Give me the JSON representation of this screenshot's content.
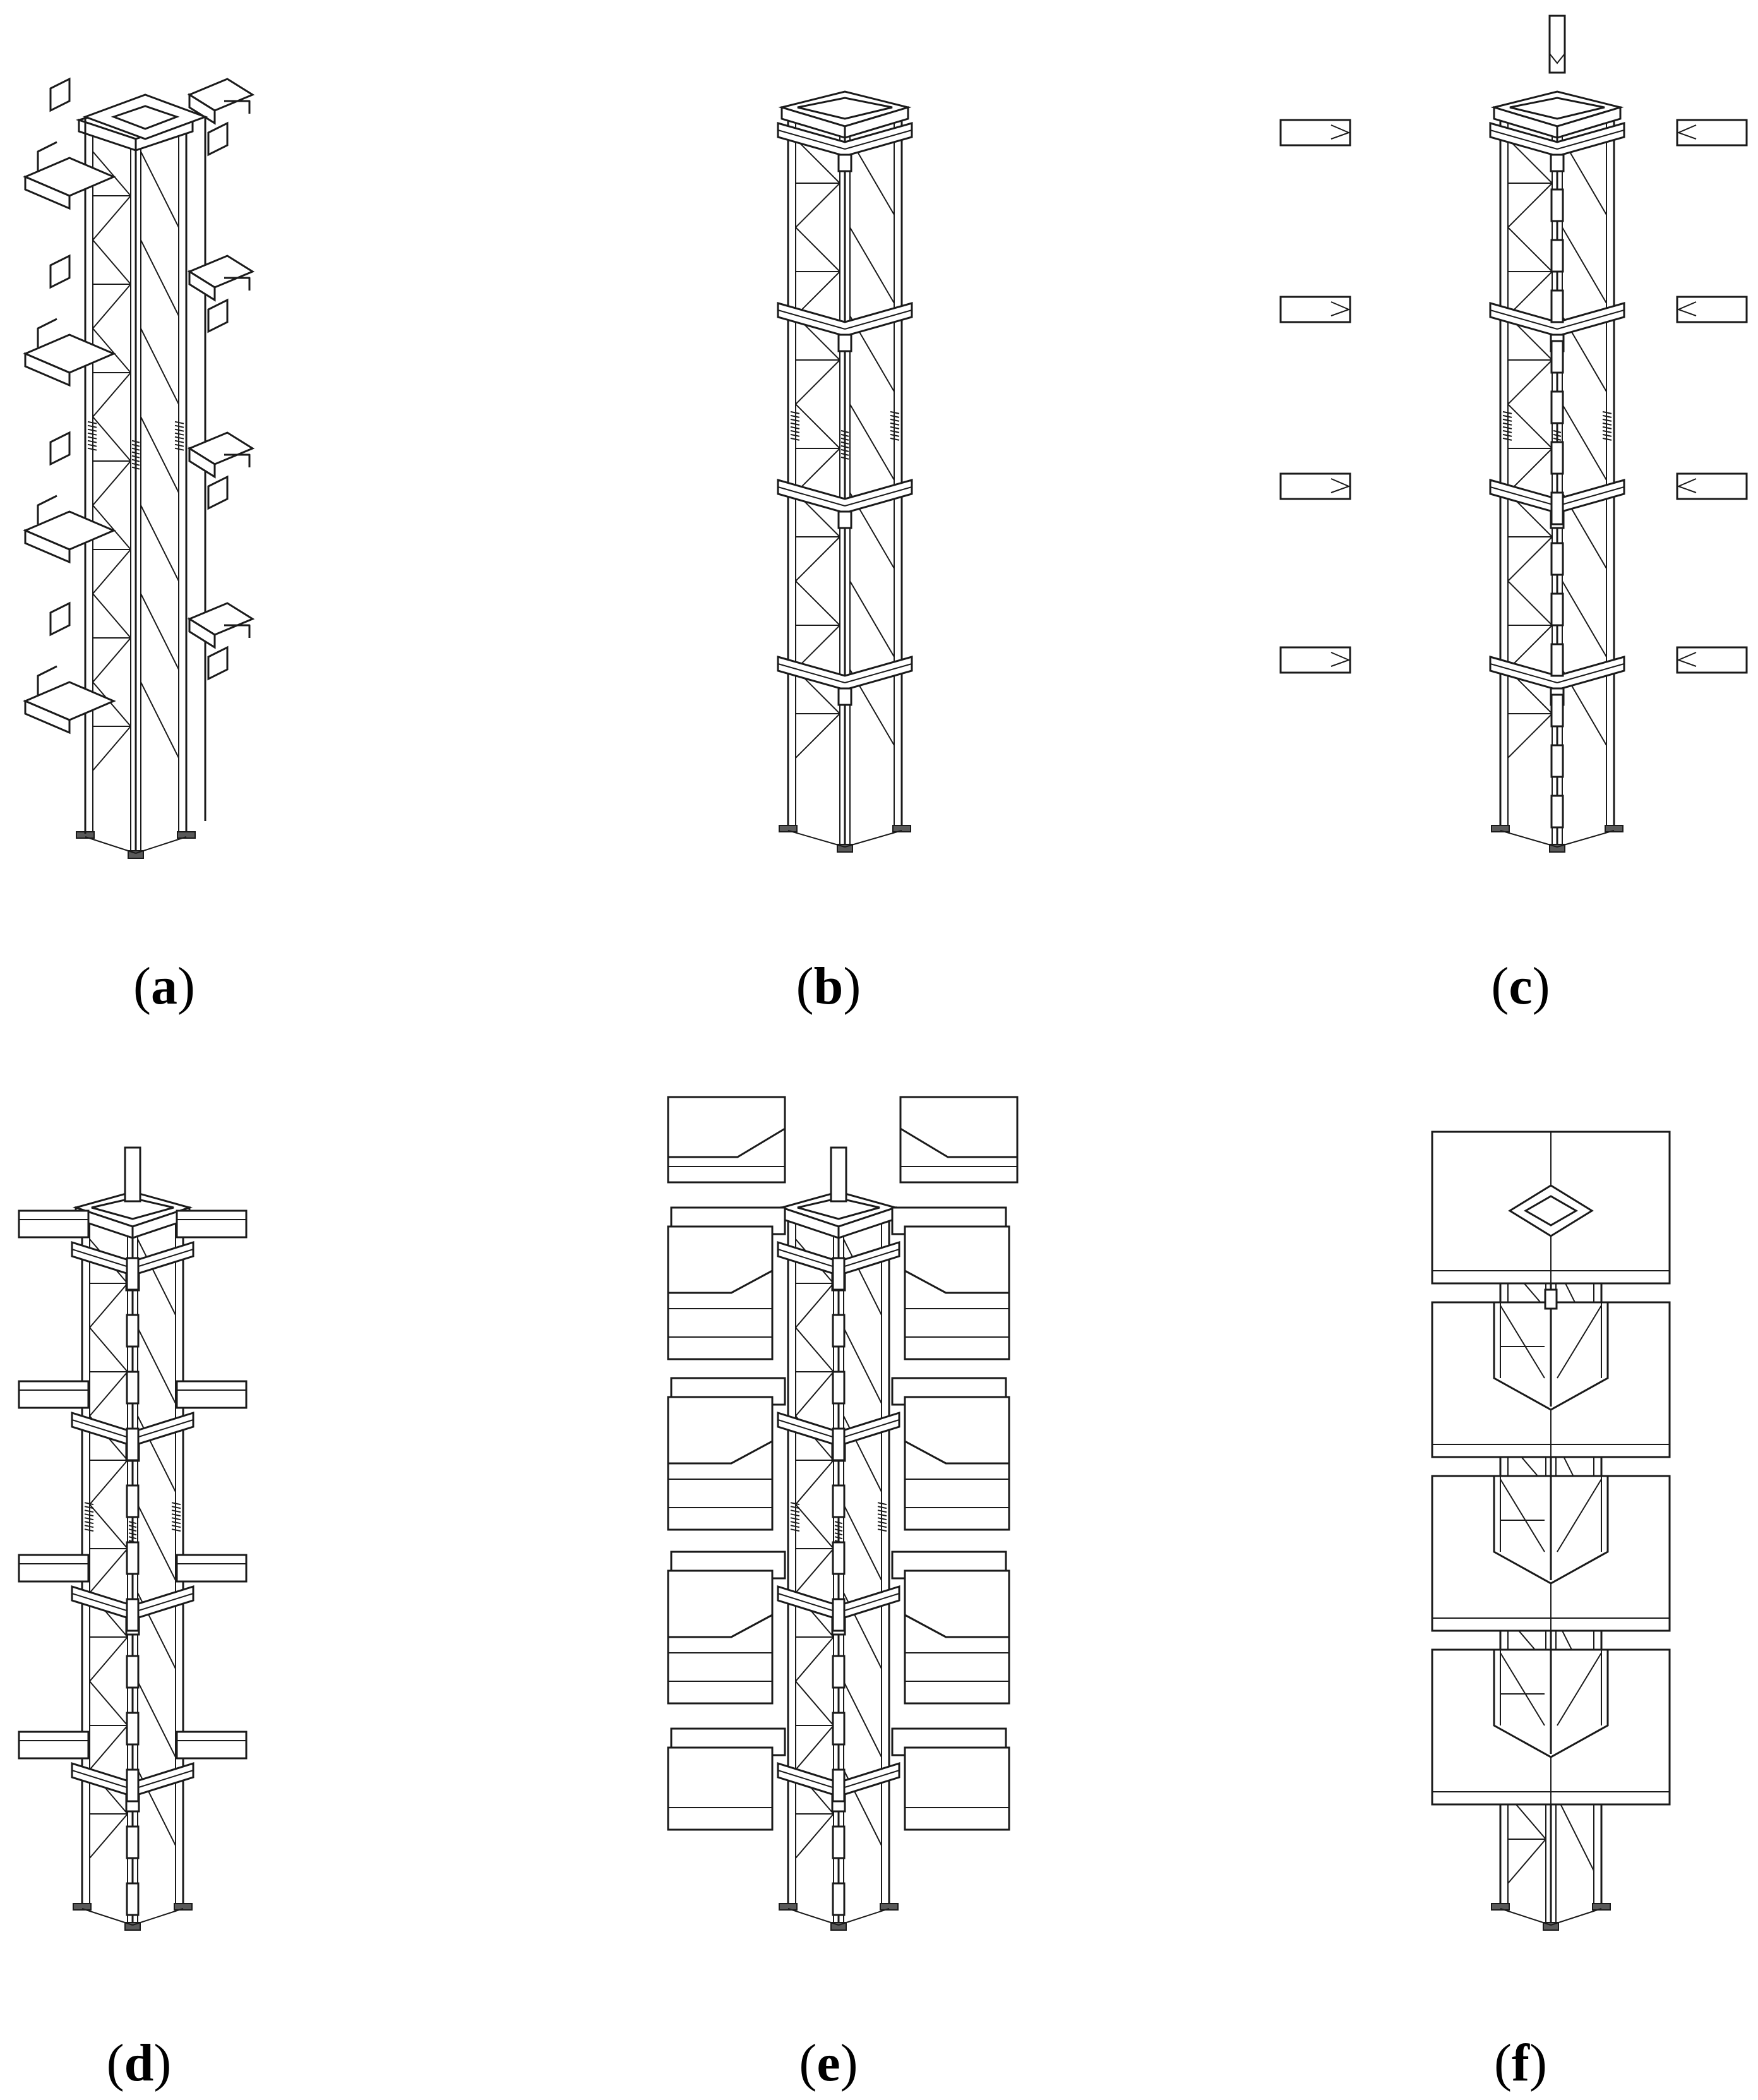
{
  "panels": [
    {
      "id": "a",
      "label": "(a)",
      "letter": "a",
      "variant": "exploded"
    },
    {
      "id": "b",
      "label": "(b)",
      "letter": "b",
      "variant": "assembled"
    },
    {
      "id": "c",
      "label": "(c)",
      "letter": "c",
      "variant": "with-tabs"
    },
    {
      "id": "d",
      "label": "(d)",
      "letter": "d",
      "variant": "with-beams"
    },
    {
      "id": "e",
      "label": "(e)",
      "letter": "e",
      "variant": "with-slabs"
    },
    {
      "id": "f",
      "label": "(f)",
      "letter": "f",
      "variant": "complete"
    }
  ],
  "colors": {
    "line": "#1a1a1a",
    "background": "#ffffff",
    "base": "#5a5a5a"
  }
}
